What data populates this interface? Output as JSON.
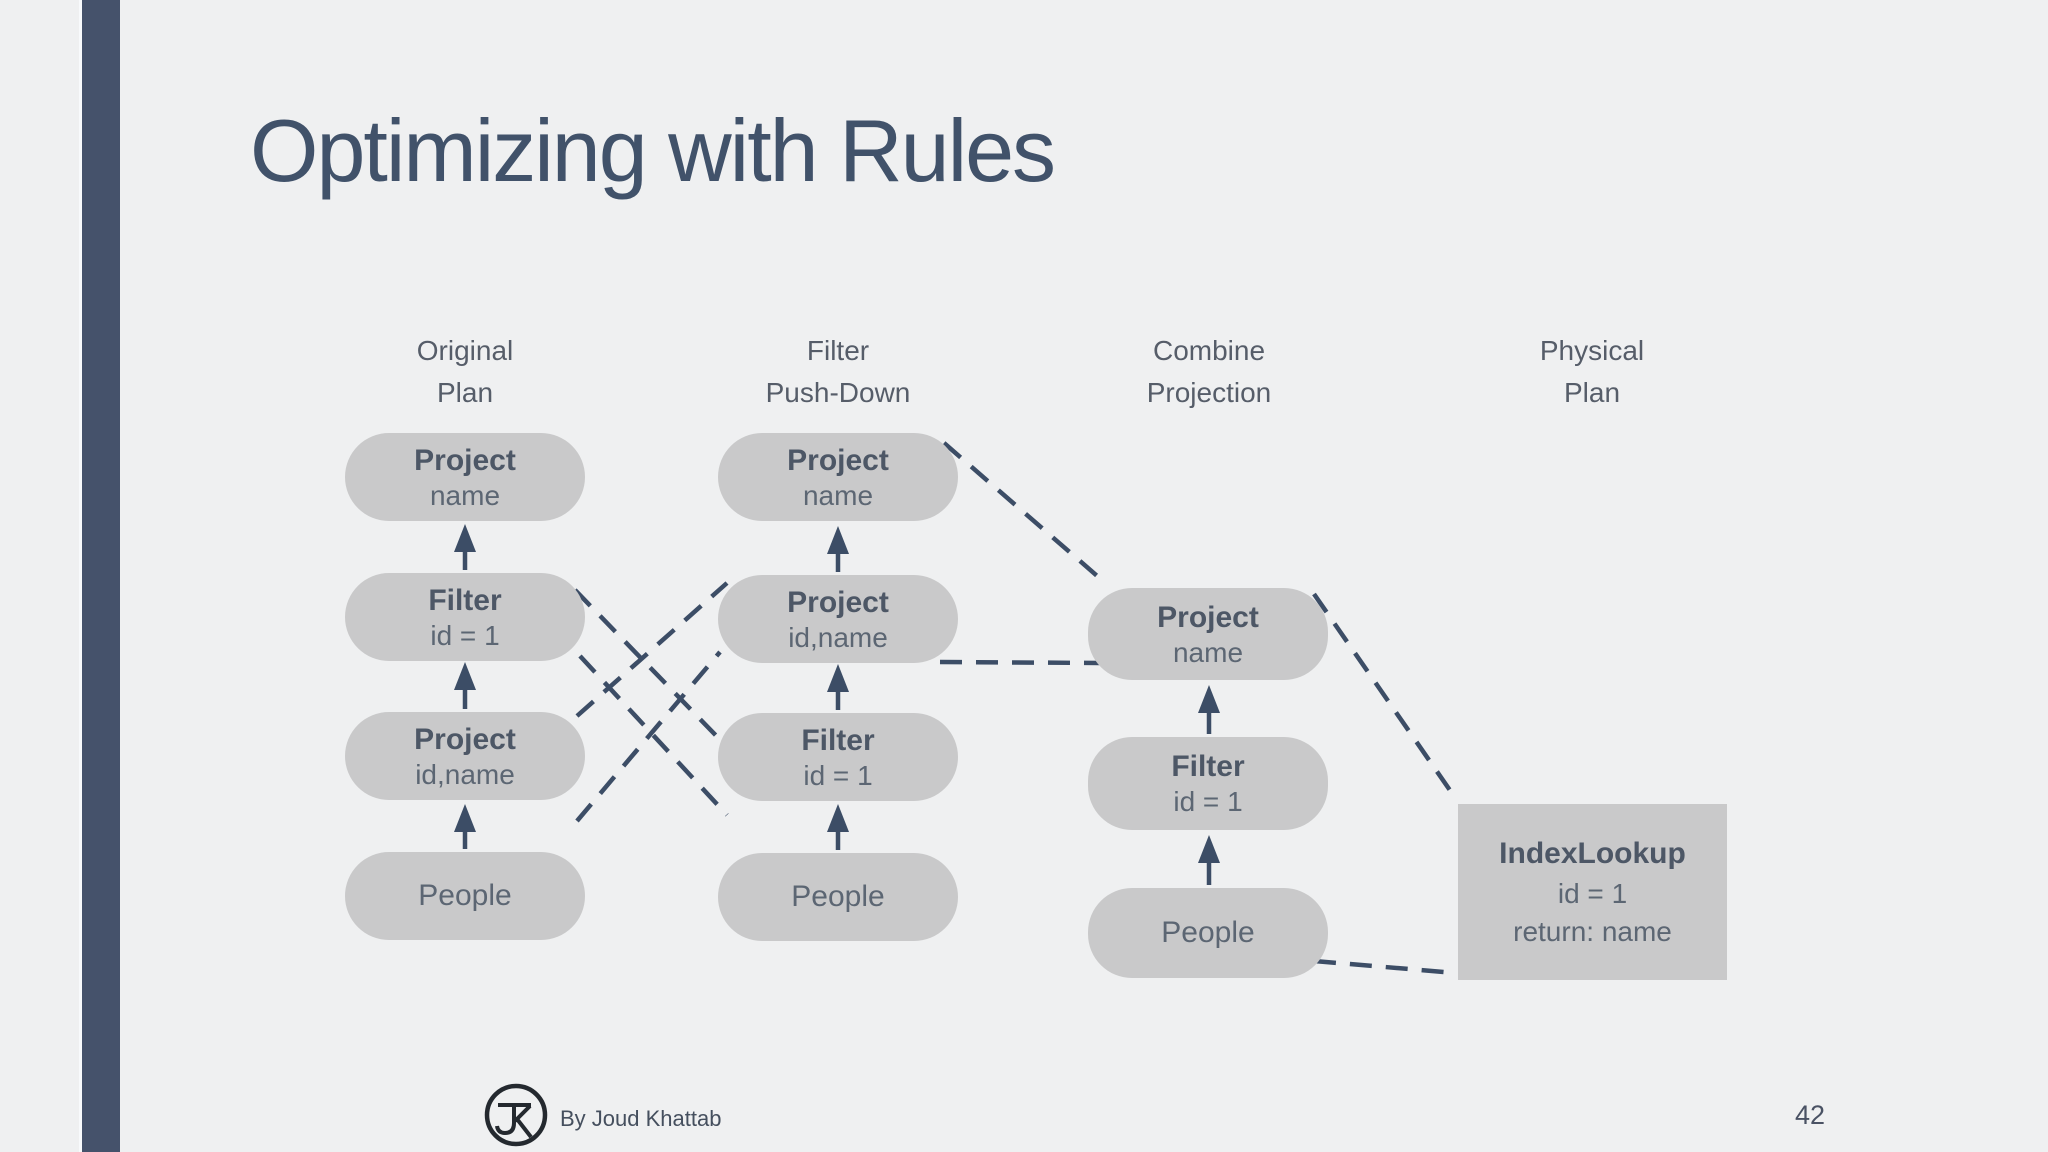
{
  "slide": {
    "title": "Optimizing with Rules",
    "page_number": "42",
    "byline": "By Joud Khattab",
    "logo_monogram": "JK"
  },
  "diagram": {
    "columns": [
      {
        "header_line1": "Original",
        "header_line2": "Plan",
        "nodes": [
          {
            "title": "Project",
            "subtitle": "name"
          },
          {
            "title": "Filter",
            "subtitle": "id = 1"
          },
          {
            "title": "Project",
            "subtitle": "id,name"
          },
          {
            "title": "People",
            "subtitle": ""
          }
        ]
      },
      {
        "header_line1": "Filter",
        "header_line2": "Push-Down",
        "nodes": [
          {
            "title": "Project",
            "subtitle": "name"
          },
          {
            "title": "Project",
            "subtitle": "id,name"
          },
          {
            "title": "Filter",
            "subtitle": "id = 1"
          },
          {
            "title": "People",
            "subtitle": ""
          }
        ]
      },
      {
        "header_line1": "Combine",
        "header_line2": "Projection",
        "nodes": [
          {
            "title": "Project",
            "subtitle": "name"
          },
          {
            "title": "Filter",
            "subtitle": "id = 1"
          },
          {
            "title": "People",
            "subtitle": ""
          }
        ]
      },
      {
        "header_line1": "Physical",
        "header_line2": "Plan",
        "nodes": [
          {
            "title": "IndexLookup",
            "line1": "id = 1",
            "line2": "return: name"
          }
        ]
      }
    ],
    "colors": {
      "background": "#eff0f1",
      "sidebar_bar": "#45526b",
      "node_fill": "#c9c9ca",
      "node_title_text": "#4d5766",
      "node_subtitle_text": "#5c6673",
      "header_text": "#565d69",
      "title_text": "#41526a",
      "connector": "#3c4d66"
    }
  }
}
